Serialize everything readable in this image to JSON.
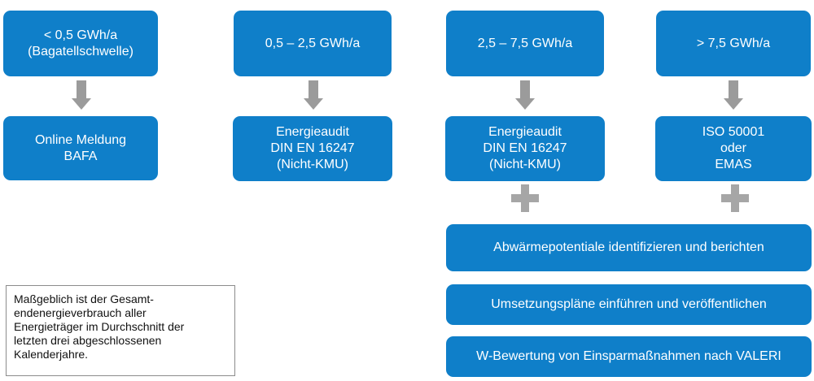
{
  "columns": [
    {
      "threshold": [
        "< 0,5 GWh/a",
        "(Bagatellschwelle)"
      ],
      "requirement": [
        "Online Meldung",
        "BAFA"
      ]
    },
    {
      "threshold": [
        "0,5 – 2,5 GWh/a"
      ],
      "requirement": [
        "Energieaudit",
        "DIN EN 16247",
        "(Nicht-KMU)"
      ]
    },
    {
      "threshold": [
        "2,5 – 7,5 GWh/a"
      ],
      "requirement": [
        "Energieaudit",
        "DIN EN 16247",
        "(Nicht-KMU)"
      ]
    },
    {
      "threshold": [
        "> 7,5 GWh/a"
      ],
      "requirement": [
        "ISO 50001",
        "oder",
        "EMAS"
      ]
    }
  ],
  "additional_obligations": [
    "Abwärmepotentiale identifizieren und berichten",
    "Umsetzungspläne einführen und veröffentlichen",
    "W-Bewertung von Einsparmaßnahmen nach VALERI"
  ],
  "note": [
    "Maßgeblich ist der Gesamt-",
    "endenergieverbrauch aller",
    "Energieträger im Durchschnitt der",
    "letzten drei abgeschlossenen",
    "Kalenderjahre."
  ],
  "colors": {
    "box": "#0f7fc9",
    "arrow": "#9b9b9b",
    "plus": "#a6a6a6",
    "note_border": "#8c8c8c"
  }
}
